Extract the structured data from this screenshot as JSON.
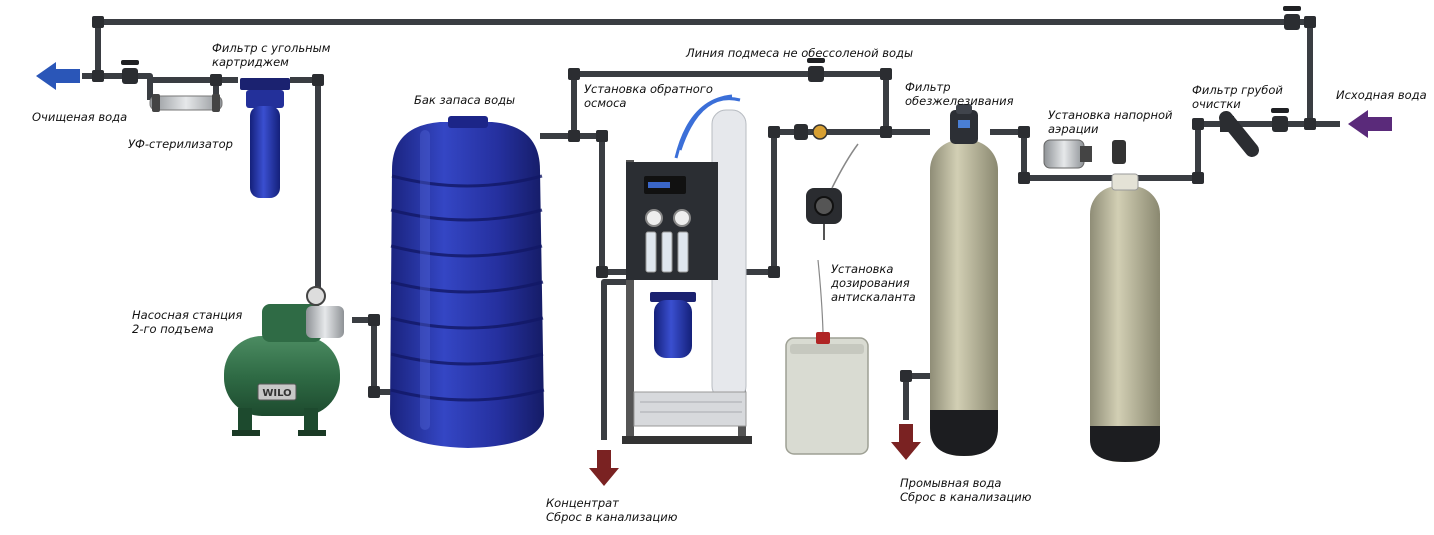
{
  "labels": {
    "purified_water": "Очищеная вода",
    "uv_sterilizer": "УФ-стерилизатор",
    "carbon_filter": "Фильтр с угольным\nкартриджем",
    "storage_tank": "Бак запаса воды",
    "pump_station": "Насосная станция\n2-го подъема",
    "reverse_osmosis": "Установка обратного\nосмоса",
    "mixing_line": "Линия подмеса не обессоленой воды",
    "antiscalant_dosing": "Установка\nдозирования\nантискаланта",
    "iron_removal_filter": "Фильтр\nобезжелезивания",
    "pressure_aeration": "Установка напорной\nаэрации",
    "coarse_filter": "Фильтр грубой\nочистки",
    "source_water": "Исходная вода",
    "concentrate_drain": "Концентрат\nСброс в канализацию",
    "wash_water_drain": "Промывная вода\nСброс в канализацию"
  },
  "equipment_text": {
    "pump_brand": "WILO"
  },
  "colors": {
    "pipe": "#3a3d42",
    "outlet_arrow": "#2a56b8",
    "inlet_arrow": "#5a2a7a",
    "drain_arrow": "#7a2222",
    "tank_blue": "#232f9c",
    "fiberglass": "#b9b69c",
    "pump_green": "#2f6b45"
  }
}
